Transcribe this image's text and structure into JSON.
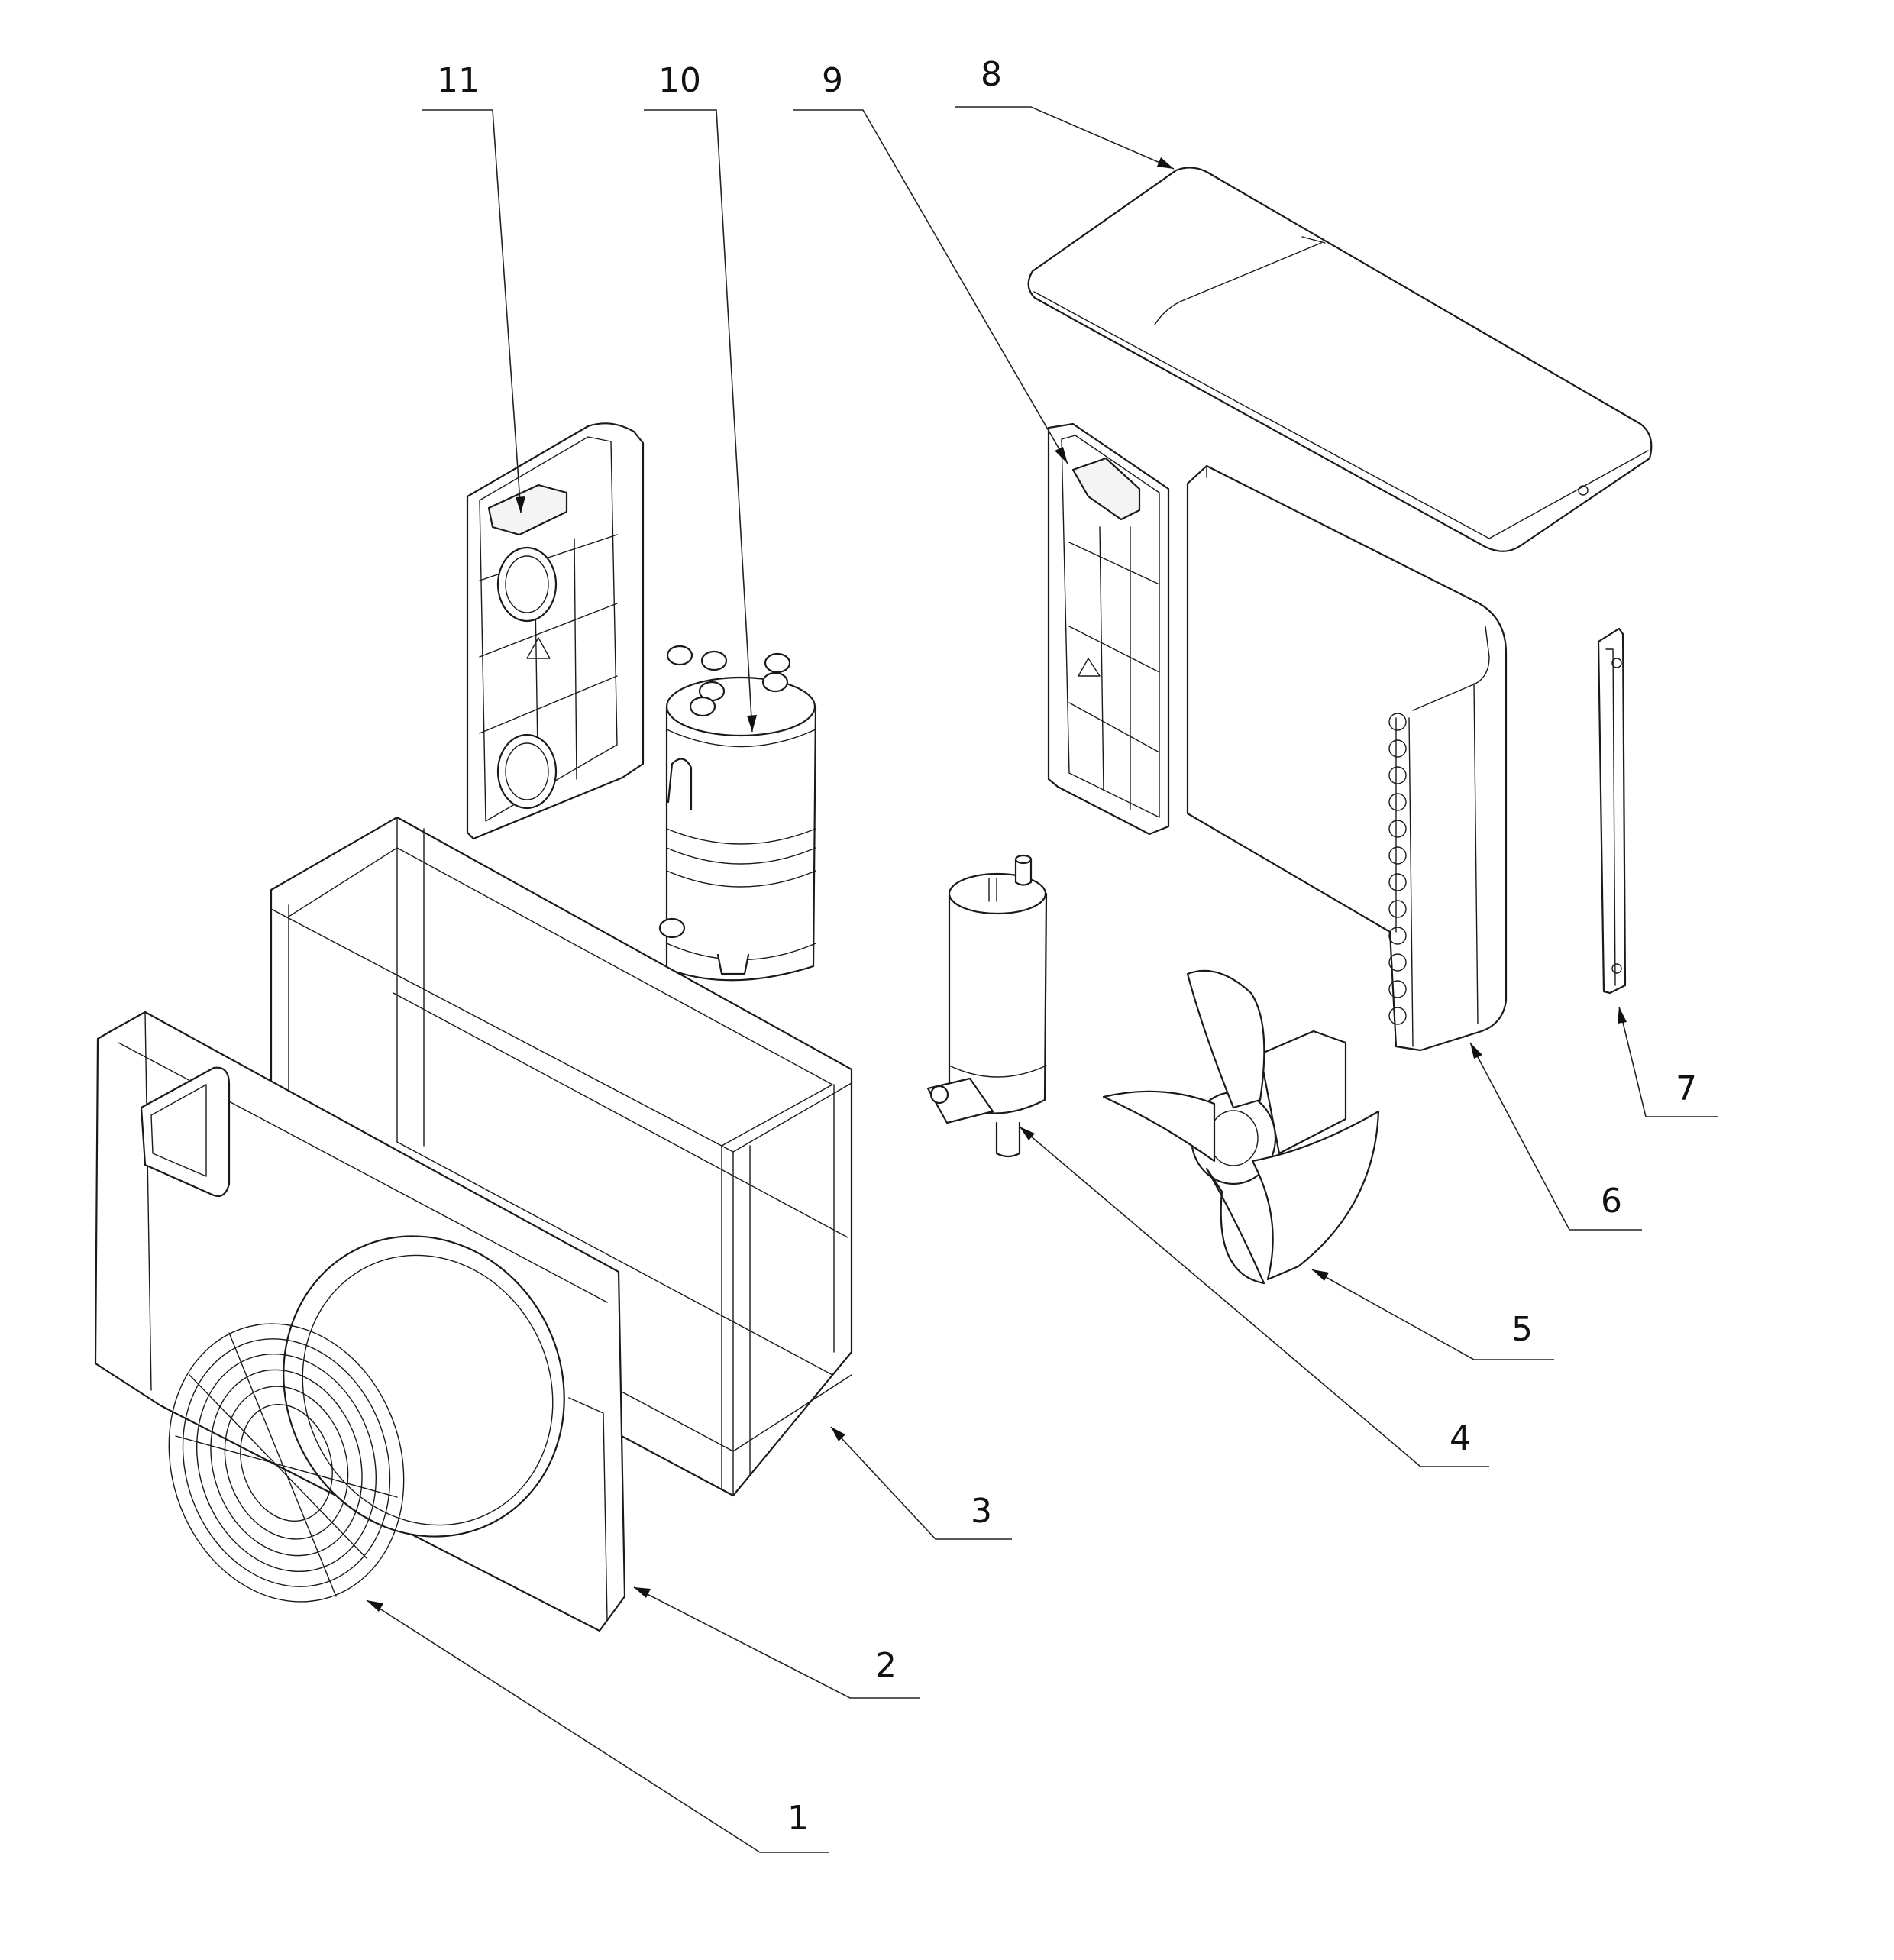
{
  "callouts": [
    {
      "id": "1",
      "label": "1"
    },
    {
      "id": "2",
      "label": "2"
    },
    {
      "id": "3",
      "label": "3"
    },
    {
      "id": "4",
      "label": "4"
    },
    {
      "id": "5",
      "label": "5"
    },
    {
      "id": "6",
      "label": "6"
    },
    {
      "id": "7",
      "label": "7"
    },
    {
      "id": "8",
      "label": "8"
    },
    {
      "id": "9",
      "label": "9"
    },
    {
      "id": "10",
      "label": "10"
    },
    {
      "id": "11",
      "label": "11"
    }
  ]
}
